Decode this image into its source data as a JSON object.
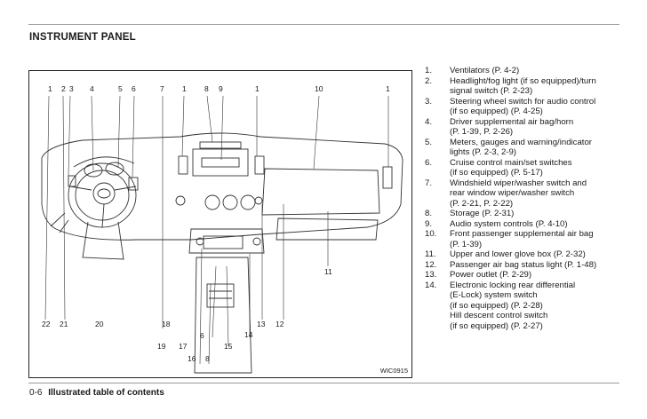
{
  "page": {
    "title": "INSTRUMENT PANEL",
    "footer_page": "0-6",
    "footer_section": "Illustrated table of contents"
  },
  "figure": {
    "code": "WIC0915",
    "top_labels": [
      "1",
      "2",
      "3",
      "4",
      "5",
      "6",
      "7",
      "1",
      "8",
      "9",
      "1",
      "10",
      "1"
    ],
    "bottom_labels": [
      "22",
      "21",
      "20",
      "18",
      "19",
      "17",
      "6",
      "16",
      "8",
      "15",
      "13",
      "14",
      "12",
      "11"
    ]
  },
  "legend": [
    {
      "n": "1.",
      "t": "Ventilators (P. 4-2)"
    },
    {
      "n": "2.",
      "t": "Headlight/fog light (if so equipped)/turn\nsignal switch (P. 2-23)"
    },
    {
      "n": "3.",
      "t": "Steering wheel switch for audio control\n(if so equipped) (P. 4-25)"
    },
    {
      "n": "4.",
      "t": "Driver supplemental air bag/horn\n(P. 1-39, P. 2-26)"
    },
    {
      "n": "5.",
      "t": "Meters, gauges and warning/indicator\nlights (P. 2-3, 2-9)"
    },
    {
      "n": "6.",
      "t": "Cruise control main/set switches\n(if so equipped) (P. 5-17)"
    },
    {
      "n": "7.",
      "t": "Windshield wiper/washer switch and\nrear window wiper/washer switch\n(P. 2-21, P. 2-22)"
    },
    {
      "n": "8.",
      "t": "Storage (P. 2-31)"
    },
    {
      "n": "9.",
      "t": "Audio system controls (P. 4-10)"
    },
    {
      "n": "10.",
      "t": "Front passenger supplemental air bag\n(P. 1-39)"
    },
    {
      "n": "11.",
      "t": "Upper and lower glove box (P. 2-32)"
    },
    {
      "n": "12.",
      "t": "Passenger air bag status light (P. 1-48)"
    },
    {
      "n": "13.",
      "t": "Power outlet (P. 2-29)"
    },
    {
      "n": "14.",
      "t": "Electronic locking rear differential\n(E-Lock) system switch\n(if so equipped) (P. 2-28)\nHill descent control switch\n(if so equipped) (P. 2-27)"
    }
  ]
}
